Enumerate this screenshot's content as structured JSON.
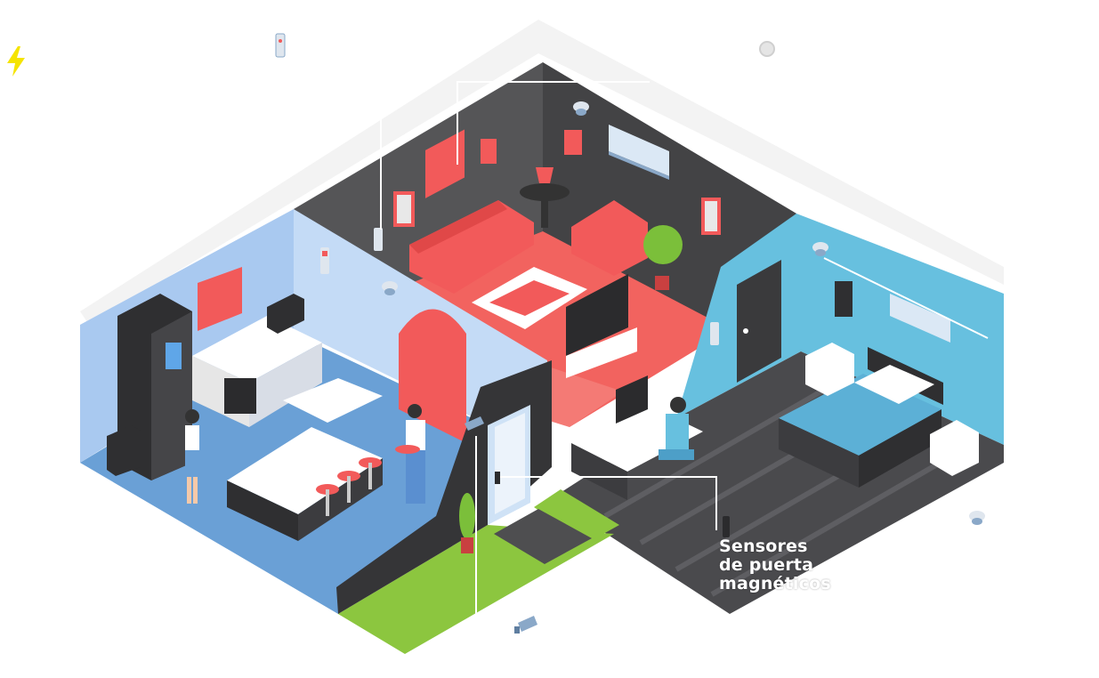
{
  "callout": {
    "line1": "Sensores",
    "line2": "de puerta",
    "line3": "magnéticos"
  },
  "colors": {
    "accent_red": "#f25a5a",
    "kitchen_floor": "#6aa3d8",
    "kitchen_wall": "#b8d4f2",
    "living_wall": "#4a4a4c",
    "bedroom_wall": "#68c0e0",
    "bedroom_floor": "#4f4f52",
    "grass": "#8cc63f",
    "bolt": "#f5e400"
  },
  "icons": [
    "lightning-icon",
    "security-camera-icon",
    "smoke-detector-icon",
    "door-sensor-icon",
    "air-conditioner-icon",
    "wall-switch-icon"
  ]
}
